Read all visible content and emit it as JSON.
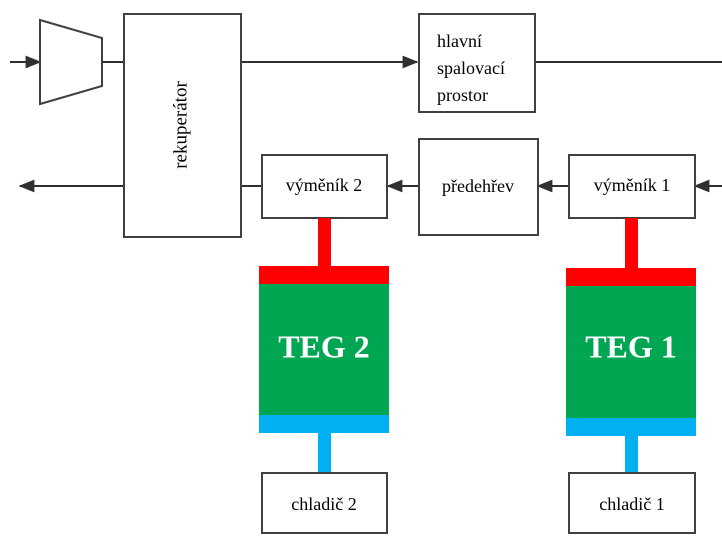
{
  "diagram": {
    "compressor": {
      "icon": "compressor-trapezoid"
    },
    "recuperator": {
      "label": "rekuperátor"
    },
    "combustion_chamber": {
      "lines": [
        "hlavní",
        "spalovací",
        "prostor"
      ]
    },
    "exchanger_2": {
      "label": "výměník 2"
    },
    "preheater": {
      "label": "předehřev"
    },
    "exchanger_1": {
      "label": "výměník 1"
    },
    "teg_2": {
      "label": "TEG 2"
    },
    "teg_1": {
      "label": "TEG 1"
    },
    "cooler_2": {
      "label": "chladič 2"
    },
    "cooler_1": {
      "label": "chladič 1"
    },
    "colors": {
      "hot": "#ff0000",
      "teg": "#00a651",
      "cold": "#00b0f0",
      "line": "#404040"
    }
  }
}
